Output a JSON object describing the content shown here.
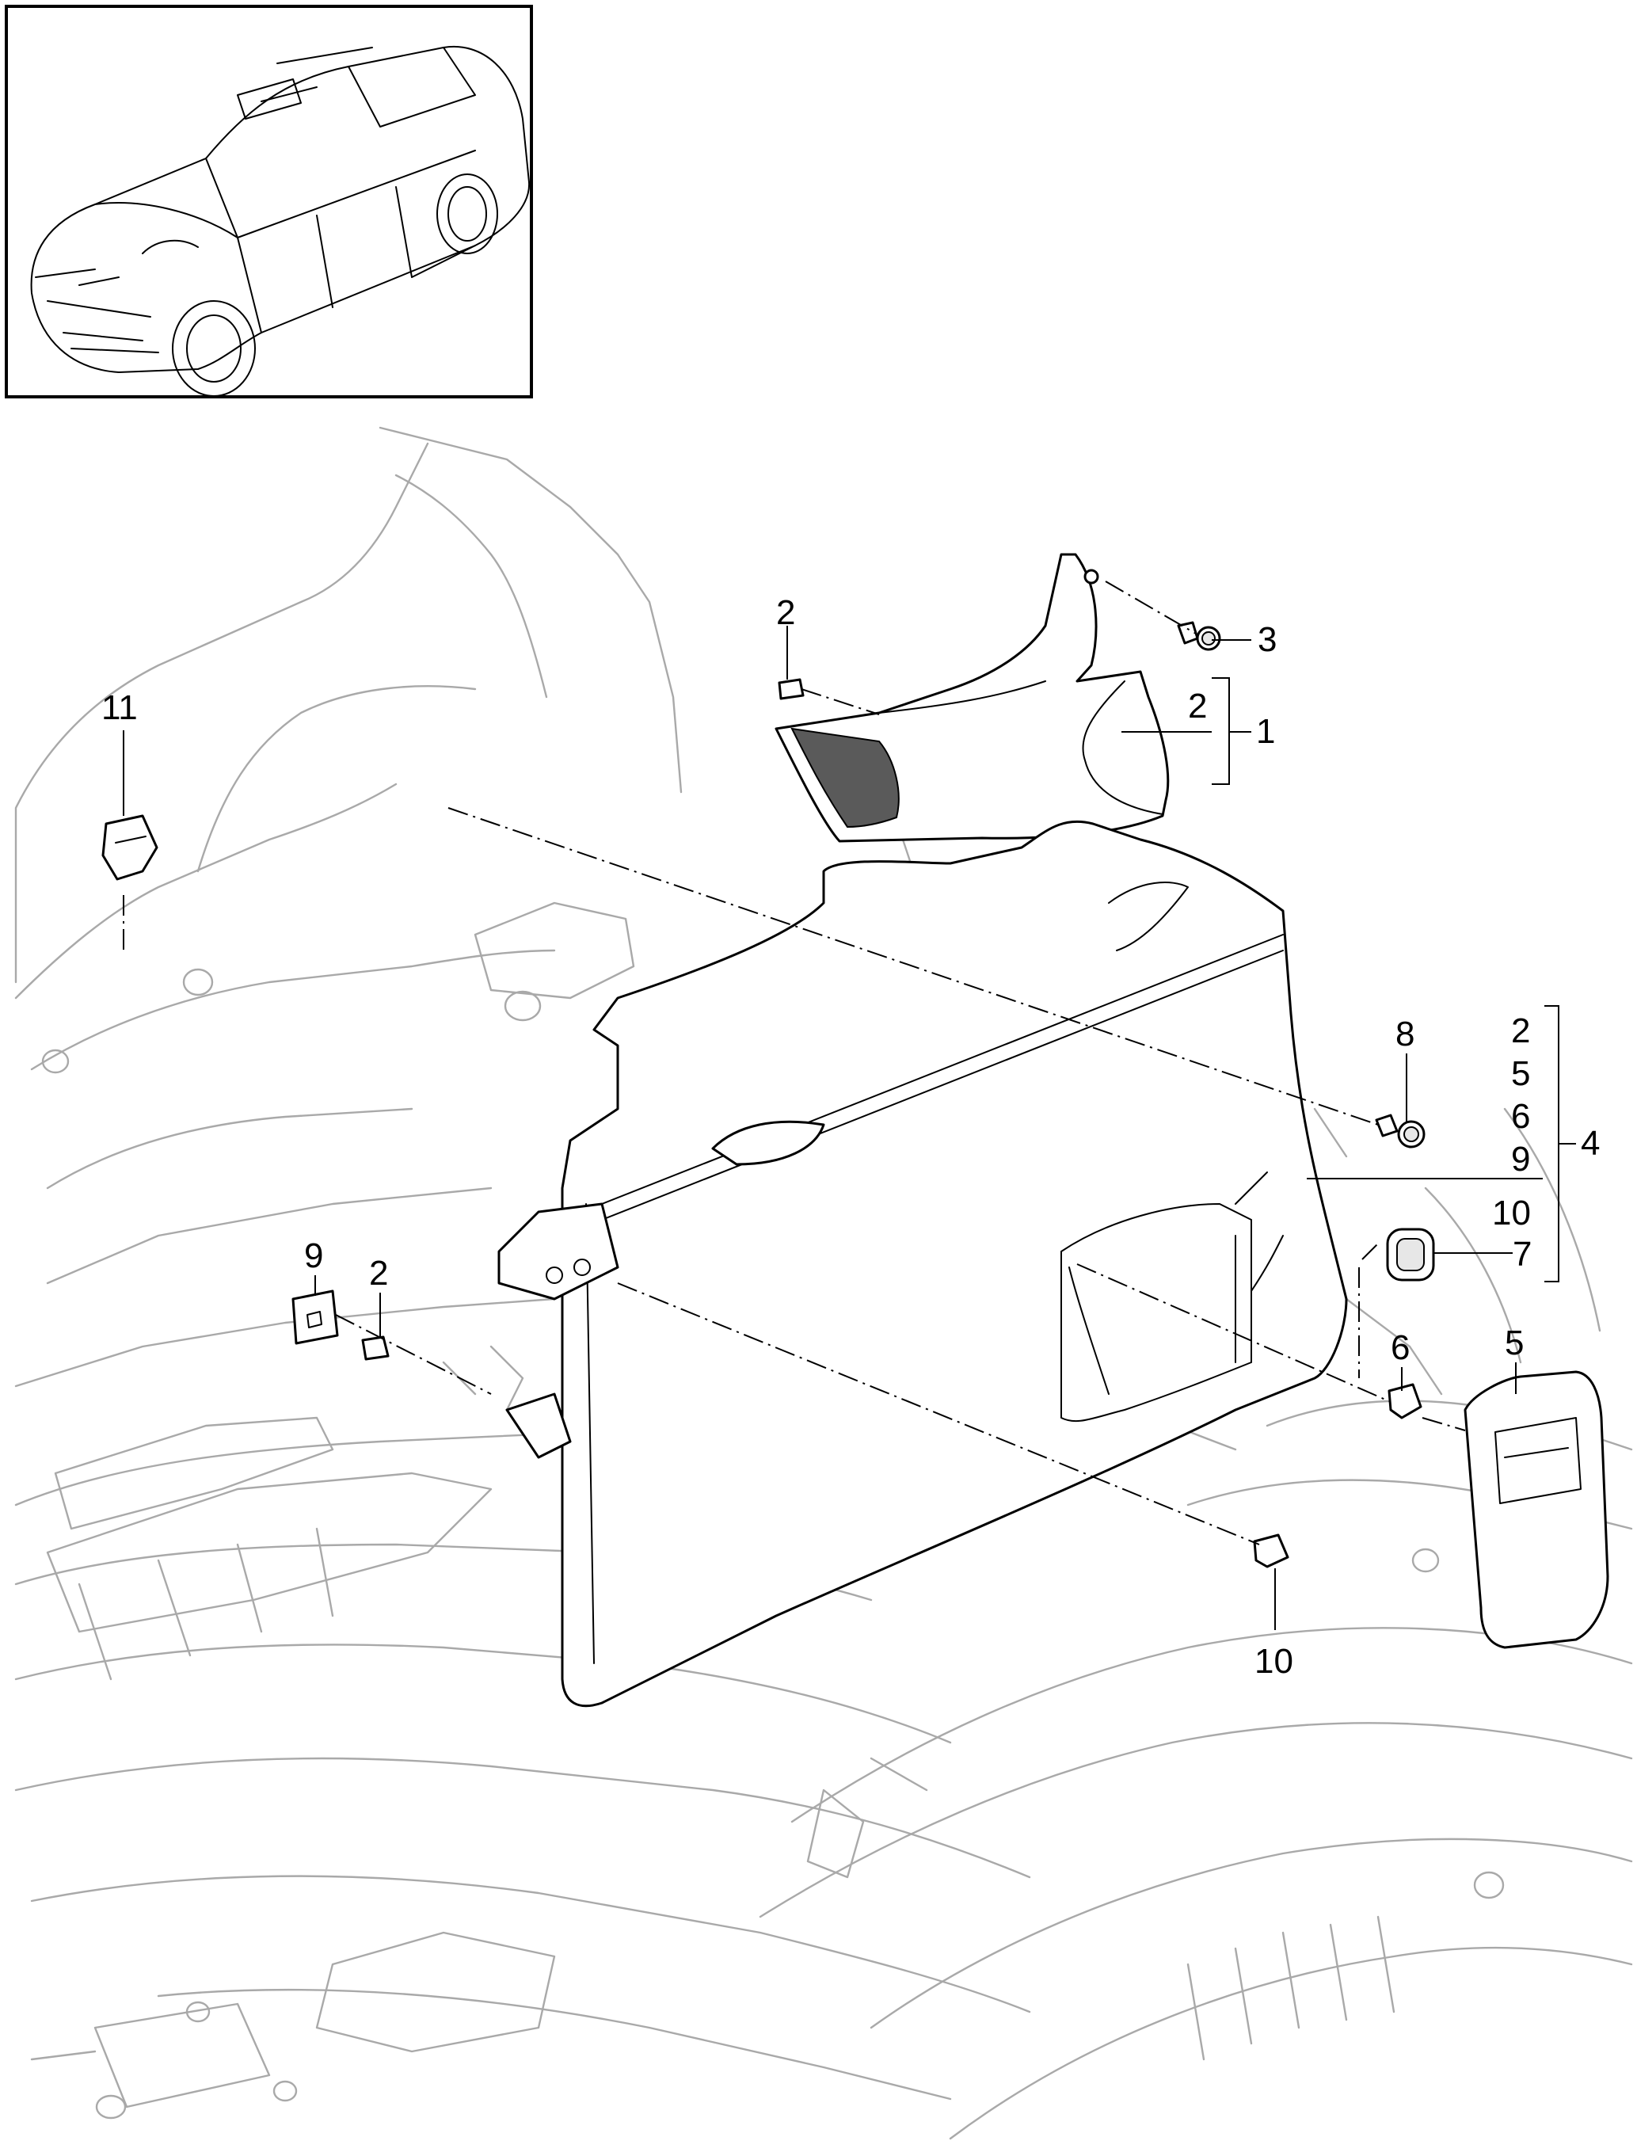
{
  "diagram": {
    "callouts": {
      "c1": "1",
      "c2_top": "2",
      "c2_bracket1": "2",
      "c3": "3",
      "c11": "11",
      "c8": "8",
      "c4": "4",
      "g4_2": "2",
      "g4_5": "5",
      "g4_6": "6",
      "g4_9": "9",
      "g4_10": "10",
      "c7": "7",
      "c6": "6",
      "c5": "5",
      "c9": "9",
      "c2_left": "2",
      "c10": "10"
    }
  }
}
